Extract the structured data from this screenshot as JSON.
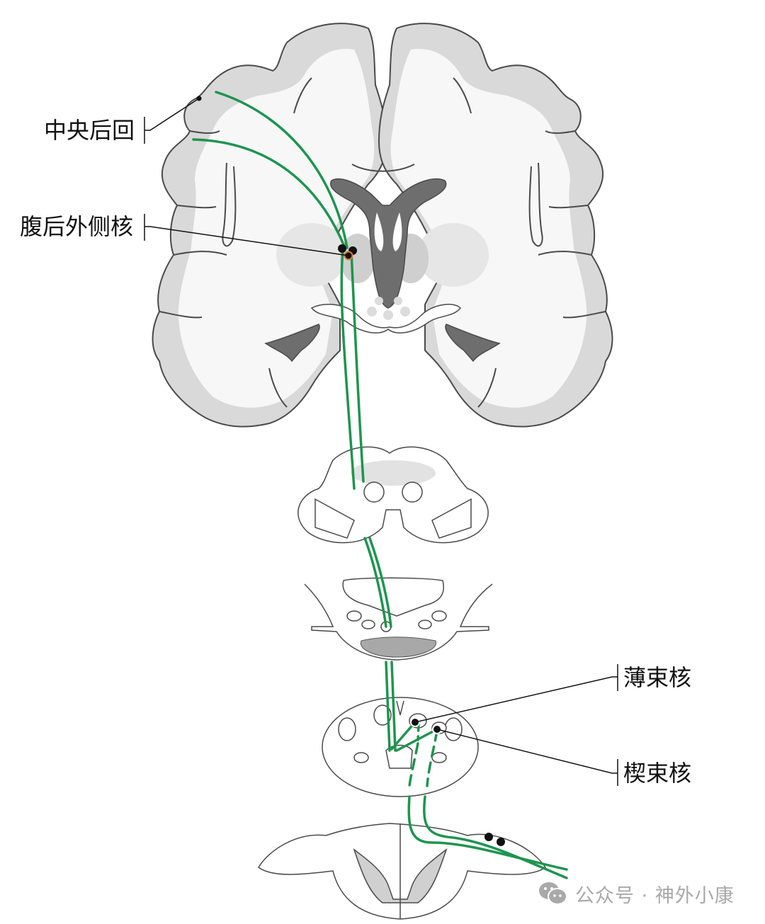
{
  "diagram": {
    "title": "",
    "labels": {
      "postcentral_gyrus": "中央后回",
      "vpl_nucleus": "腹后外侧核",
      "gracile_nucleus": "薄束核",
      "cuneate_nucleus": "楔束核"
    },
    "watermark": {
      "icon": "wechat-icon",
      "text": "公众号 · 神外小康"
    },
    "sections": [
      "cerebrum-coronal-section",
      "midbrain-section",
      "pons-section",
      "medulla-section",
      "spinal-cord-section"
    ],
    "colors": {
      "pathway": "#1e9450",
      "cortex": "#d9d9d9",
      "white_matter": "#f7f7f7",
      "ventricle": "#6e6e6e",
      "outline": "#4a4a4a",
      "label_text": "#111111",
      "watermark": "#a9a9a9",
      "vpl_highlight": "#e07a2c"
    }
  }
}
